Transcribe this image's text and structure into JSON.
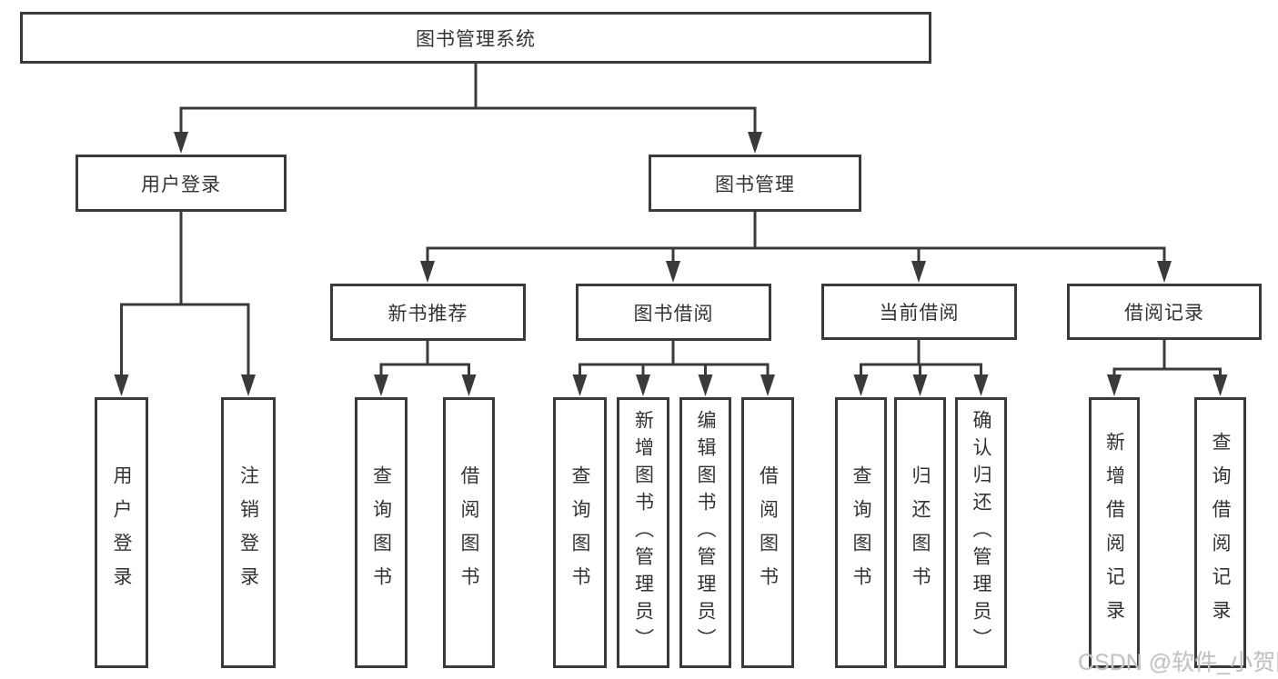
{
  "diagram": {
    "title": "图书管理系统",
    "root": {
      "label": "图书管理系统"
    },
    "level2": [
      {
        "id": "user-login",
        "label": "用户登录"
      },
      {
        "id": "book-management",
        "label": "图书管理"
      }
    ],
    "level3": [
      {
        "id": "new-book-recommend",
        "label": "新书推荐",
        "parent": "图书管理"
      },
      {
        "id": "book-borrowing",
        "label": "图书借阅",
        "parent": "图书管理"
      },
      {
        "id": "current-borrowing",
        "label": "当前借阅",
        "parent": "图书管理"
      },
      {
        "id": "borrowing-records",
        "label": "借阅记录",
        "parent": "图书管理"
      }
    ],
    "leaves": [
      {
        "label": "用户登录",
        "parent": "用户登录"
      },
      {
        "label": "注销登录",
        "parent": "用户登录"
      },
      {
        "label": "查询图书",
        "parent": "新书推荐"
      },
      {
        "label": "借阅图书",
        "parent": "新书推荐"
      },
      {
        "label": "查询图书",
        "parent": "图书借阅"
      },
      {
        "label": "新增图书（管理员）",
        "parent": "图书借阅"
      },
      {
        "label": "编辑图书（管理员）",
        "parent": "图书借阅"
      },
      {
        "label": "借阅图书",
        "parent": "图书借阅"
      },
      {
        "label": "查询图书",
        "parent": "当前借阅"
      },
      {
        "label": "归还图书",
        "parent": "当前借阅"
      },
      {
        "label": "确认归还（管理员）",
        "parent": "当前借阅"
      },
      {
        "label": "新增借阅记录",
        "parent": "借阅记录"
      },
      {
        "label": "查询借阅记录",
        "parent": "借阅记录"
      }
    ]
  },
  "watermark": "CSDN @软件_小贺同学",
  "colors": {
    "line": "#3a3a3a",
    "box_border": "#3a3a3a",
    "text": "#333333",
    "background": "#ffffff",
    "watermark": "#c3c3c3"
  }
}
